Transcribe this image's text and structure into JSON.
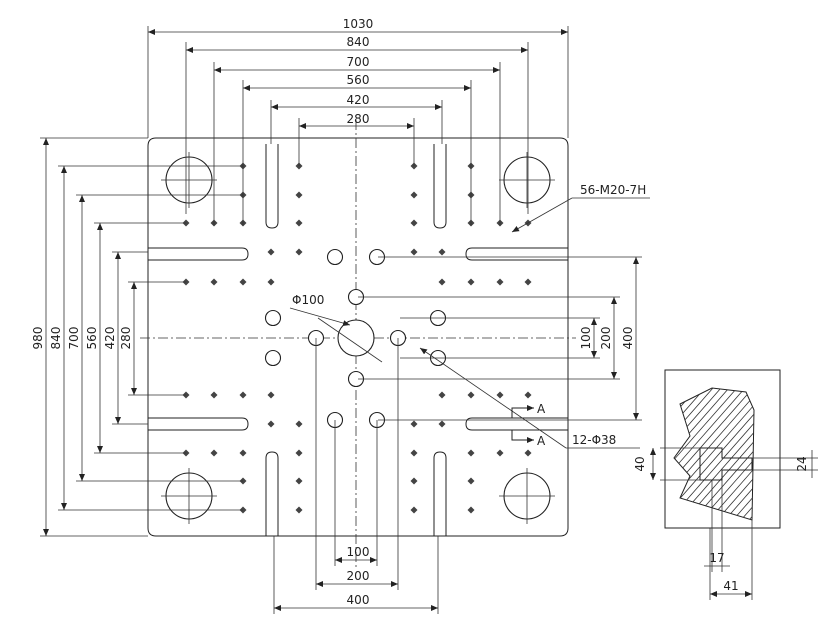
{
  "top_dims": [
    "1030",
    "840",
    "700",
    "560",
    "420",
    "280"
  ],
  "left_dims": [
    "980",
    "840",
    "700",
    "560",
    "420",
    "280"
  ],
  "right_dims": [
    "100",
    "200",
    "400"
  ],
  "bottom_dims": [
    "100",
    "200",
    "400"
  ],
  "callouts": {
    "tapped": "56-M20-7H",
    "bore": "12-Φ38",
    "center": "Φ100",
    "section": "A"
  },
  "detail_dims": {
    "height_outer": "40",
    "height_inner": "24",
    "width_inner": "17",
    "width_outer": "41"
  }
}
